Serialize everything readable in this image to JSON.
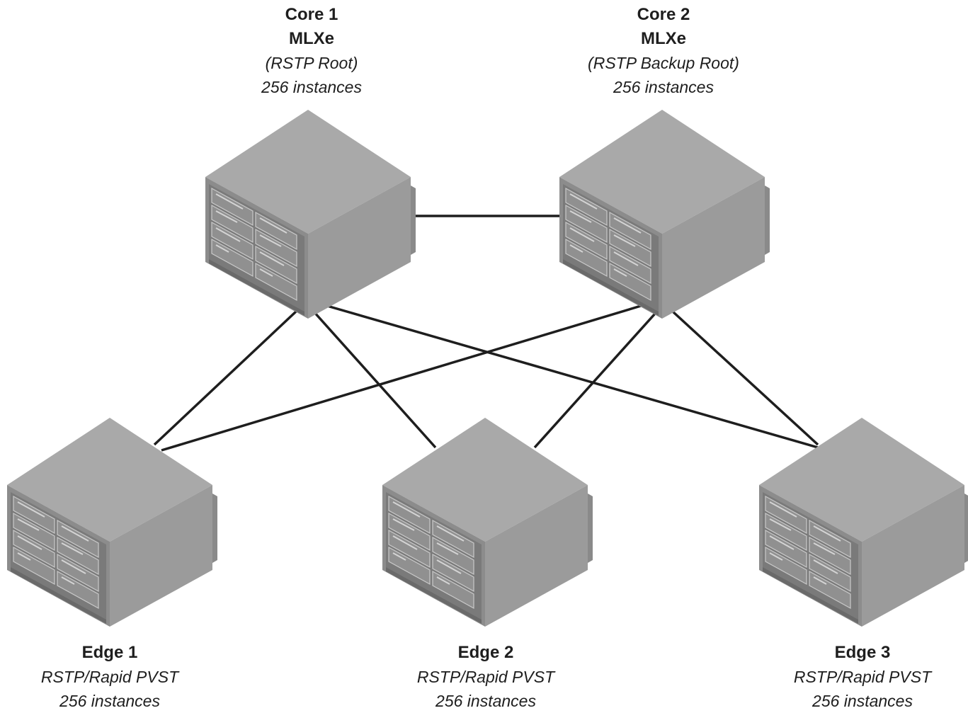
{
  "colors": {
    "top_face": "#a9a9a9",
    "left_face": "#8c8c8c",
    "right_face": "#9b9b9b",
    "panel": "#7a7a7a",
    "panel_detail": "#c9c9c9",
    "link": "#1e1e1e",
    "text": "#1e1e1e"
  },
  "nodes": {
    "core1": {
      "name": "Core 1",
      "model": "MLXe",
      "role": "(RSTP Root)",
      "instances": "256 instances"
    },
    "core2": {
      "name": "Core 2",
      "model": "MLXe",
      "role": "(RSTP Backup Root)",
      "instances": "256 instances"
    },
    "edge1": {
      "name": "Edge 1",
      "protocol": "RSTP/Rapid PVST",
      "instances": "256 instances"
    },
    "edge2": {
      "name": "Edge 2",
      "protocol": "RSTP/Rapid PVST",
      "instances": "256 instances"
    },
    "edge3": {
      "name": "Edge 3",
      "protocol": "RSTP/Rapid PVST",
      "instances": "256 instances"
    }
  },
  "links": [
    [
      "core1",
      "core2"
    ],
    [
      "core1",
      "edge1"
    ],
    [
      "core1",
      "edge2"
    ],
    [
      "core1",
      "edge3"
    ],
    [
      "core2",
      "edge1"
    ],
    [
      "core2",
      "edge2"
    ],
    [
      "core2",
      "edge3"
    ]
  ]
}
